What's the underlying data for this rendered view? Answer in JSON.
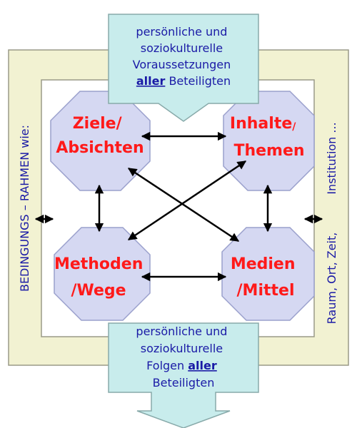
{
  "colors": {
    "frame": "#f2f2d2",
    "frame_stroke": "#9a9a88",
    "octagon_fill": "#d5d8f2",
    "octagon_stroke": "#9aa0cc",
    "callout_fill": "#c8ecec",
    "callout_stroke": "#88aaaa",
    "red_text": "#ff1a1a",
    "blue_text": "#1a1aa6",
    "arrow": "#000000"
  },
  "top_box": {
    "line1": "persönliche und",
    "line2": "soziokulturelle",
    "line3": "Voraussetzungen",
    "line4_bold": "aller",
    "line4_rest": "Beteiligten"
  },
  "bottom_box": {
    "line1": "persönliche und",
    "line2": "soziokulturelle",
    "line3_pre": "Folgen",
    "line3_bold": "aller",
    "line4": "Beteiligten"
  },
  "nodes": {
    "ziele": {
      "line1": "Ziele/",
      "line2": "Absichten"
    },
    "inhalte": {
      "line1": "Inhalte",
      "slash": "/",
      "line2": "Themen"
    },
    "methoden": {
      "line1": "Methoden",
      "line2": "/Wege"
    },
    "medien": {
      "line1": "Medien",
      "line2": "/Mittel"
    }
  },
  "side_labels": {
    "left": "BEDINGUNGS – RAHMEN wie:",
    "right_line1": "Institution ...",
    "right_line2": "Raum, Ort, Zeit,"
  }
}
